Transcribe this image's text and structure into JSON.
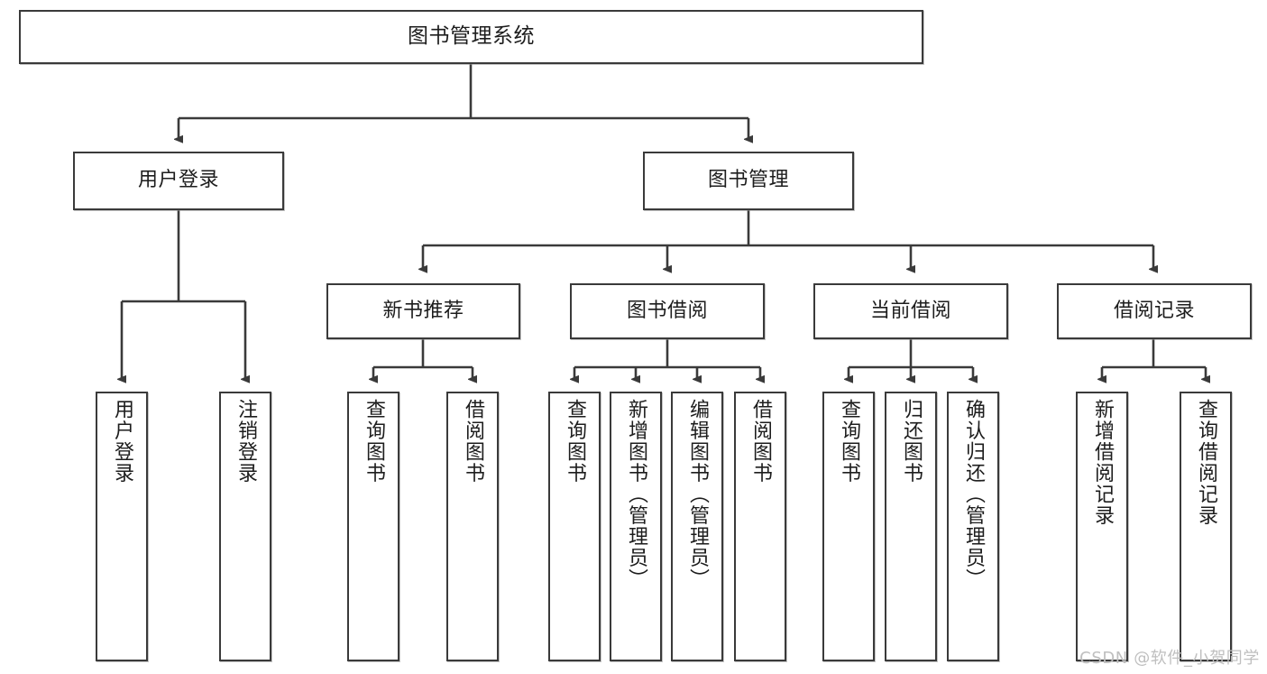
{
  "diagram": {
    "title": "图书管理系统",
    "watermark": "CSDN @软件_小贺同学",
    "stroke_color": "#3a3a3a",
    "background_color": "#ffffff",
    "text_color": "#1d1d1d",
    "watermark_color": "#bfbfbf",
    "levels": {
      "root": {
        "label": "图书管理系统"
      },
      "modules": [
        {
          "label": "用户登录"
        },
        {
          "label": "图书管理"
        }
      ],
      "submodules": [
        {
          "label": "新书推荐"
        },
        {
          "label": "图书借阅"
        },
        {
          "label": "当前借阅"
        },
        {
          "label": "借阅记录"
        }
      ],
      "leaves": {
        "user_login": [
          {
            "label": "用户登录"
          },
          {
            "label": "注销登录"
          }
        ],
        "new_book_recommend": [
          {
            "label": "查询图书"
          },
          {
            "label": "借阅图书"
          }
        ],
        "book_borrow": [
          {
            "label": "查询图书"
          },
          {
            "label": "新增图书（管理员）"
          },
          {
            "label": "编辑图书（管理员）"
          },
          {
            "label": "借阅图书"
          }
        ],
        "current_borrow": [
          {
            "label": "查询图书"
          },
          {
            "label": "归还图书"
          },
          {
            "label": "确认归还（管理员）"
          }
        ],
        "borrow_record": [
          {
            "label": "新增借阅记录"
          },
          {
            "label": "查询借阅记录"
          }
        ]
      }
    }
  }
}
